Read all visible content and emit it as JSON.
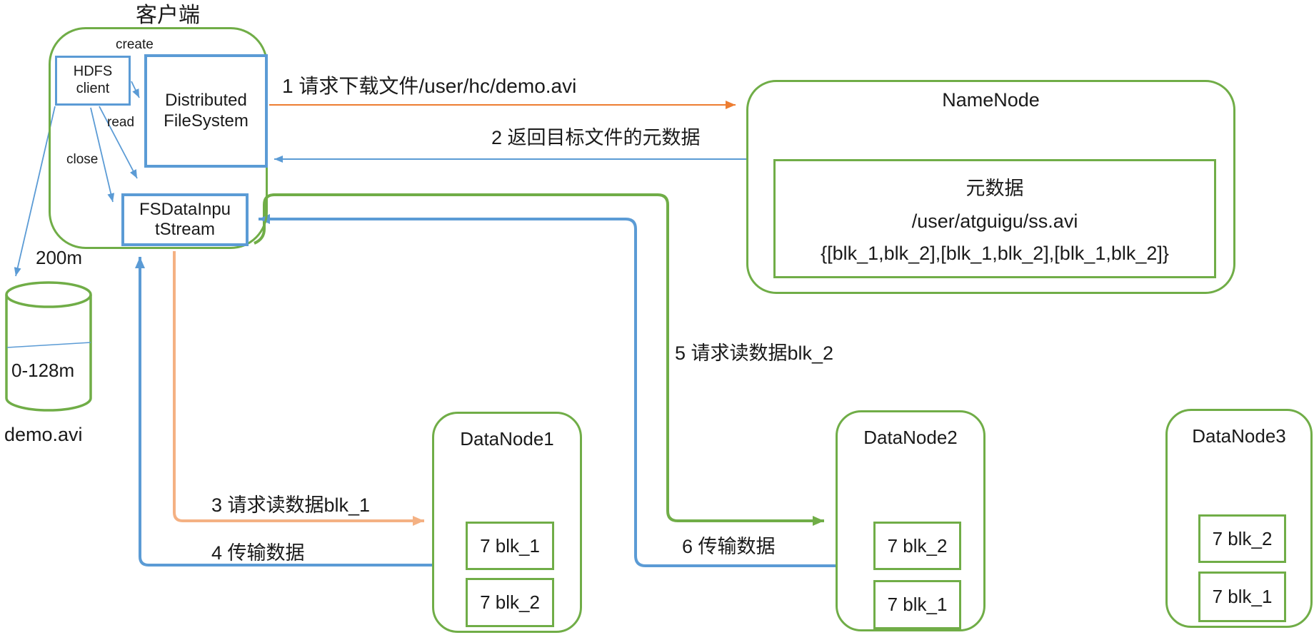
{
  "title": "客户端",
  "client": {
    "create_label": "create",
    "read_label": "read",
    "close_label": "close",
    "hdfs_client": "HDFS\nclient",
    "distributed_fs": "Distributed\nFileSystem",
    "fs_data_input_stream": "FSDataInpu\ntStream"
  },
  "file": {
    "size": "200m",
    "range": "0-128m",
    "name": "demo.avi"
  },
  "namenode": {
    "title": "NameNode",
    "metadata_title": "元数据",
    "file_path": "/user/atguigu/ss.avi",
    "block_map": "{[blk_1,blk_2],[blk_1,blk_2],[blk_1,blk_2]}"
  },
  "steps": {
    "step1": "1 请求下载文件/user/hc/demo.avi",
    "step2": "2 返回目标文件的元数据",
    "step3": "3 请求读数据blk_1",
    "step4": "4 传输数据",
    "step5": "5 请求读数据blk_2",
    "step6": "6 传输数据"
  },
  "datanodes": [
    {
      "title": "DataNode1",
      "blocks": [
        "7 blk_1",
        "7 blk_2"
      ]
    },
    {
      "title": "DataNode2",
      "blocks": [
        "7 blk_2",
        "7 blk_1"
      ]
    },
    {
      "title": "DataNode3",
      "blocks": [
        "7 blk_2",
        "7 blk_1"
      ]
    }
  ],
  "colors": {
    "green": "#70AD47",
    "blue": "#5B9BD5",
    "orange": "#ED7D31",
    "orange_light": "#F4B183"
  }
}
